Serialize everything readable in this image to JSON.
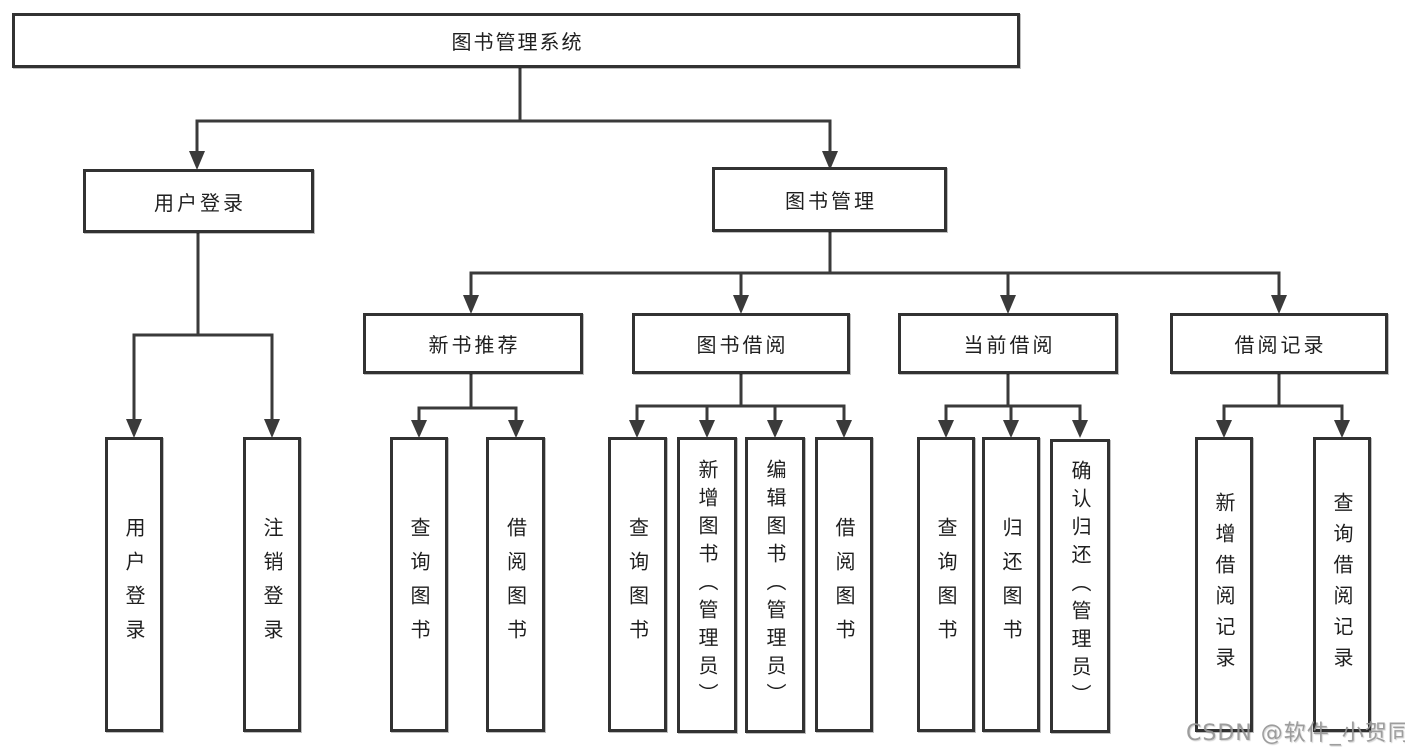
{
  "tree": {
    "label": "图书管理系统",
    "children": [
      {
        "label": "用户登录",
        "children": [
          {
            "label": "用户登录"
          },
          {
            "label": "注销登录"
          }
        ]
      },
      {
        "label": "图书管理",
        "children": [
          {
            "label": "新书推荐",
            "children": [
              {
                "label": "查询图书"
              },
              {
                "label": "借阅图书"
              }
            ]
          },
          {
            "label": "图书借阅",
            "children": [
              {
                "label": "查询图书"
              },
              {
                "label": "新增图书（管理员）"
              },
              {
                "label": "编辑图书（管理员）"
              },
              {
                "label": "借阅图书"
              }
            ]
          },
          {
            "label": "当前借阅",
            "children": [
              {
                "label": "查询图书"
              },
              {
                "label": "归还图书"
              },
              {
                "label": "确认归还（管理员）"
              }
            ]
          },
          {
            "label": "借阅记录",
            "children": [
              {
                "label": "新增借阅记录"
              },
              {
                "label": "查询借阅记录"
              }
            ]
          }
        ]
      }
    ]
  },
  "watermark": {
    "text": "CSDN @软件_小贺同学"
  },
  "colors": {
    "line": "#3a3a3a",
    "box_border": "#323232",
    "text": "#1f1f1f",
    "watermark": "#969696",
    "background": "#ffffff"
  }
}
